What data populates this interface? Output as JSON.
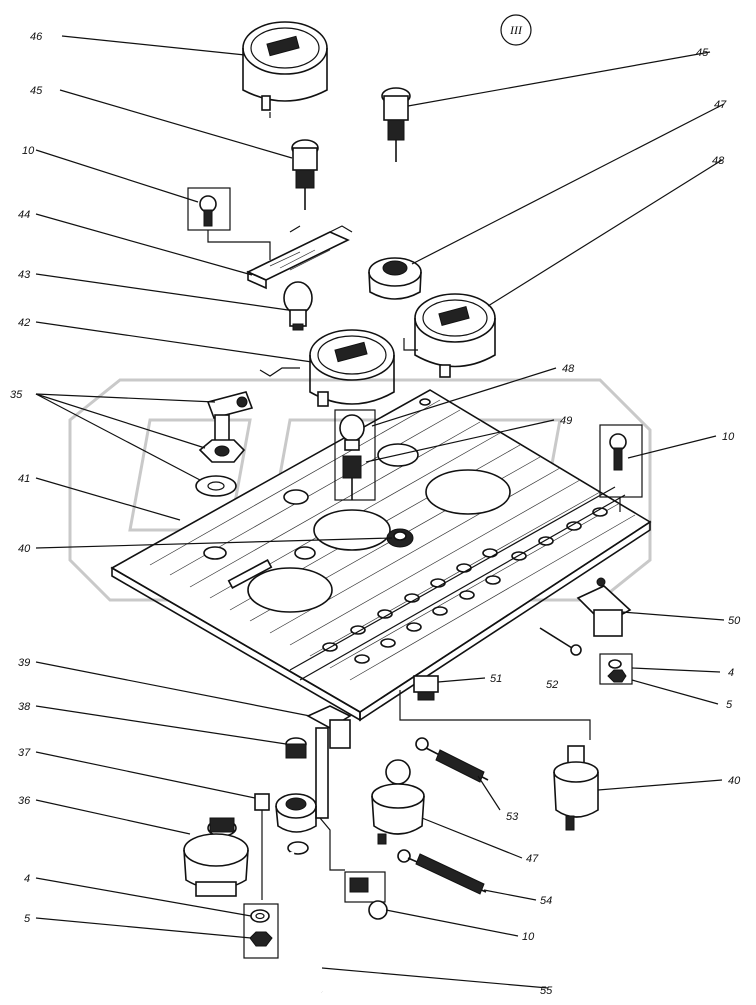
{
  "section_marker": "III",
  "callouts": [
    {
      "id": "c46a",
      "text": "46"
    },
    {
      "id": "c45a",
      "text": "45"
    },
    {
      "id": "c45b",
      "text": "45"
    },
    {
      "id": "c47a",
      "text": "47"
    },
    {
      "id": "c10a",
      "text": "10"
    },
    {
      "id": "c48a",
      "text": "48"
    },
    {
      "id": "c44",
      "text": "44"
    },
    {
      "id": "c43",
      "text": "43"
    },
    {
      "id": "c42",
      "text": "42"
    },
    {
      "id": "c48b",
      "text": "48"
    },
    {
      "id": "c35",
      "text": "35"
    },
    {
      "id": "c49",
      "text": "49"
    },
    {
      "id": "c10b",
      "text": "10"
    },
    {
      "id": "c41",
      "text": "41"
    },
    {
      "id": "c40a",
      "text": "40"
    },
    {
      "id": "c50",
      "text": "50"
    },
    {
      "id": "c4a",
      "text": "4"
    },
    {
      "id": "c39",
      "text": "39"
    },
    {
      "id": "c51",
      "text": "51"
    },
    {
      "id": "c52",
      "text": "52"
    },
    {
      "id": "c5a",
      "text": "5"
    },
    {
      "id": "c38",
      "text": "38"
    },
    {
      "id": "c37",
      "text": "37"
    },
    {
      "id": "c53",
      "text": "53"
    },
    {
      "id": "c40b",
      "text": "40"
    },
    {
      "id": "c36",
      "text": "36"
    },
    {
      "id": "c47b",
      "text": "47"
    },
    {
      "id": "c54",
      "text": "54"
    },
    {
      "id": "c4b",
      "text": "4"
    },
    {
      "id": "c5b",
      "text": "5"
    },
    {
      "id": "c10c",
      "text": "10"
    },
    {
      "id": "c55",
      "text": "55"
    }
  ]
}
